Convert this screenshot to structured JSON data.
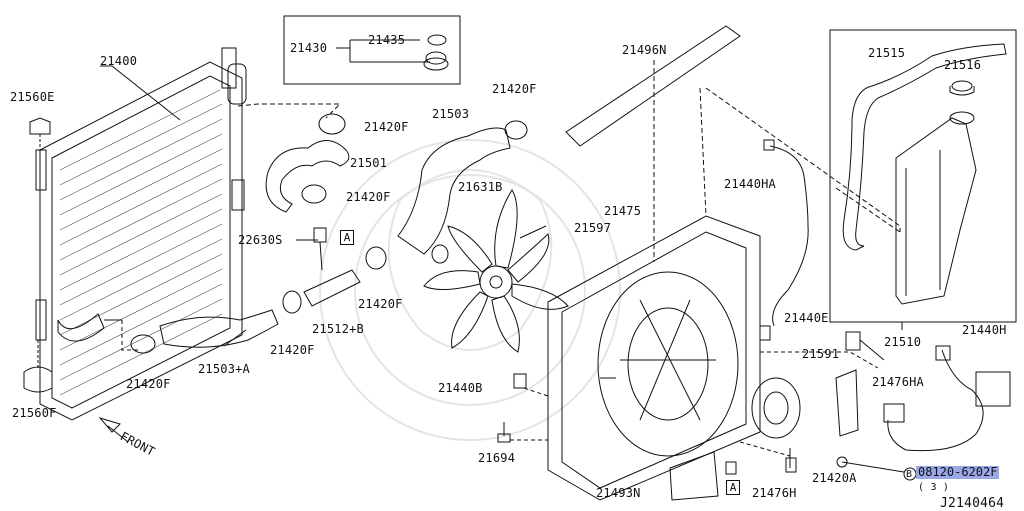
{
  "diagram_id": "J2140464",
  "front_label": "FRONT",
  "callouts": {
    "p21400": "21400",
    "p21560E": "21560E",
    "p21560F": "21560F",
    "p21430": "21430",
    "p21435": "21435",
    "p21420F_a": "21420F",
    "p21420F_b": "21420F",
    "p21420F_c": "21420F",
    "p21420F_d": "21420F",
    "p21420F_e": "21420F",
    "p21420F_f": "21420F",
    "p21501": "21501",
    "p21503": "21503",
    "p21503A": "21503+A",
    "p22630S": "22630S",
    "p21512B": "21512+B",
    "p21496N": "21496N",
    "p21631B": "21631B",
    "p21475": "21475",
    "p21597": "21597",
    "p21440HA": "21440HA",
    "p21515": "21515",
    "p21516": "21516",
    "p21510": "21510",
    "p21440H": "21440H",
    "p21440E": "21440E",
    "p21591": "21591",
    "p21476HA": "21476HA",
    "p21440B": "21440B",
    "p21694": "21694",
    "p21493N": "21493N",
    "p21476H": "21476H",
    "p21420A": "21420A",
    "bolt_part": "08120-6202F",
    "bolt_qty": "( 3 )",
    "bolt_prefix": "B",
    "tag_A1": "A",
    "tag_A2": "A"
  },
  "colors": {
    "line": "#111111",
    "highlight": "#9aa8e8",
    "watermark": "#e6e6e6"
  }
}
